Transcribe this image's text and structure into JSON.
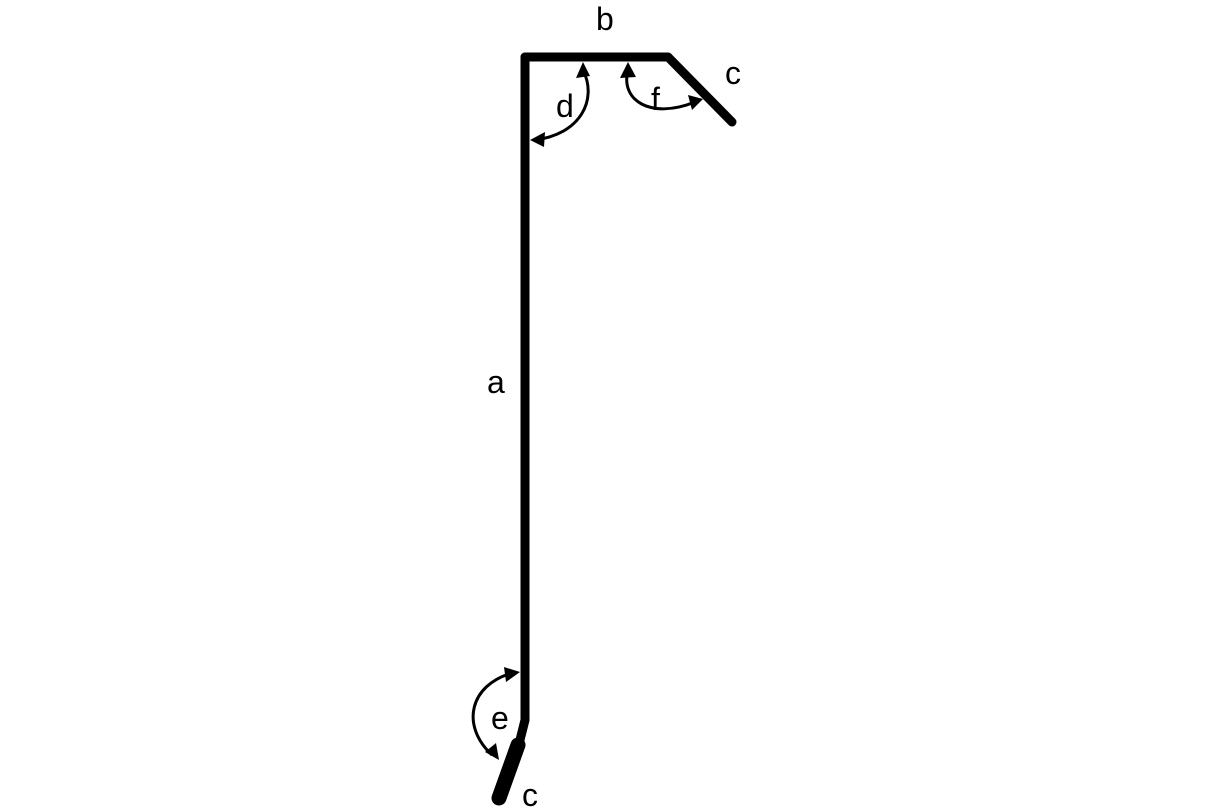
{
  "diagram": {
    "labels": {
      "a": "a",
      "b": "b",
      "c_top": "c",
      "c_bottom": "c",
      "d": "d",
      "e": "e",
      "f": "f"
    },
    "colors": {
      "stroke": "#000000",
      "background": "#ffffff"
    }
  }
}
